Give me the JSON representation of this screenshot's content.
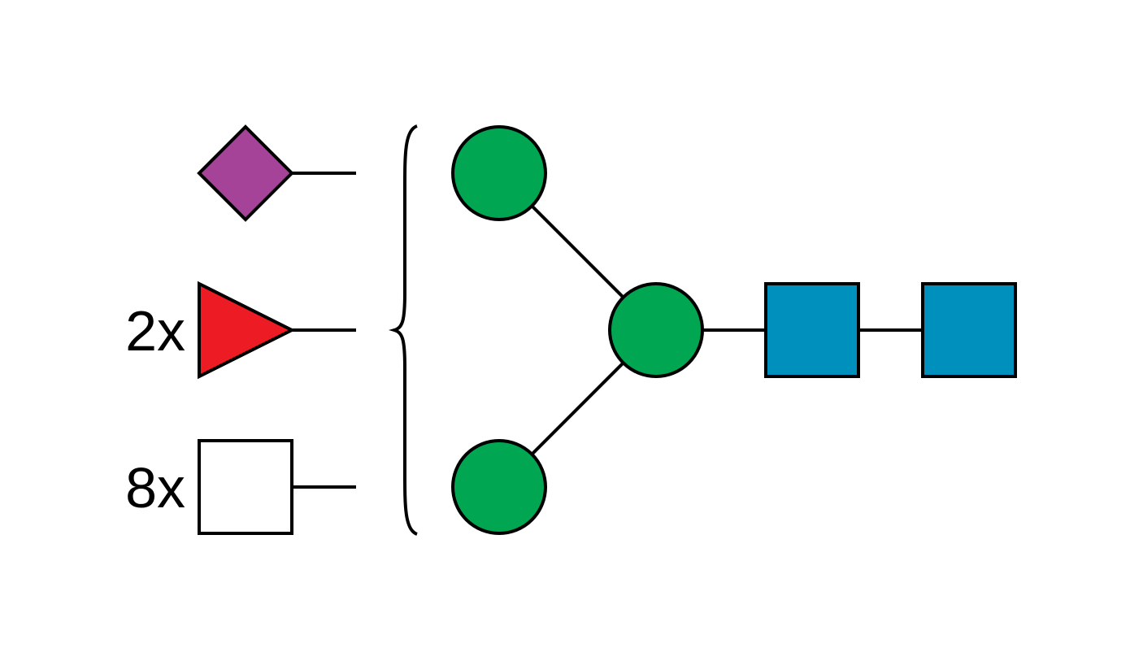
{
  "legend": {
    "items": [
      {
        "symbol": "purple-diamond",
        "count_label": ""
      },
      {
        "symbol": "red-triangle",
        "count_label": "2x"
      },
      {
        "symbol": "white-square",
        "count_label": "8x"
      }
    ]
  },
  "colors": {
    "green_circle": "#00A651",
    "blue_square": "#0090BE",
    "red_triangle": "#ED1C24",
    "purple_diamond": "#A54399",
    "white_square": "#FFFFFF",
    "outline": "#000000",
    "background": "#FFFFFF"
  }
}
